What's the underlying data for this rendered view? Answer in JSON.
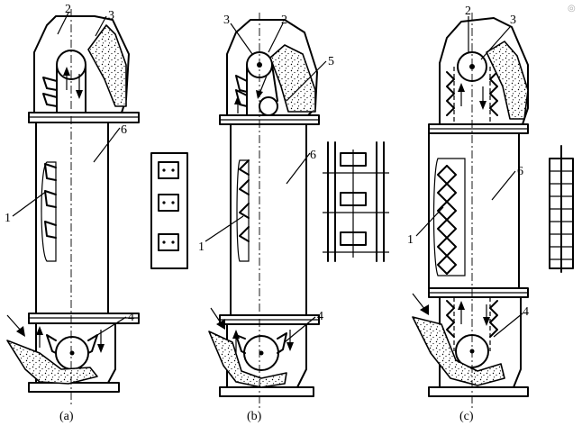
{
  "diagram": {
    "label_texts": {
      "a": "(a)",
      "b": "(b)",
      "c": "(c)",
      "n1": "1",
      "n2": "2",
      "n3": "3",
      "n4": "4",
      "n5": "5",
      "n6": "6"
    },
    "watermark": "◎"
  }
}
